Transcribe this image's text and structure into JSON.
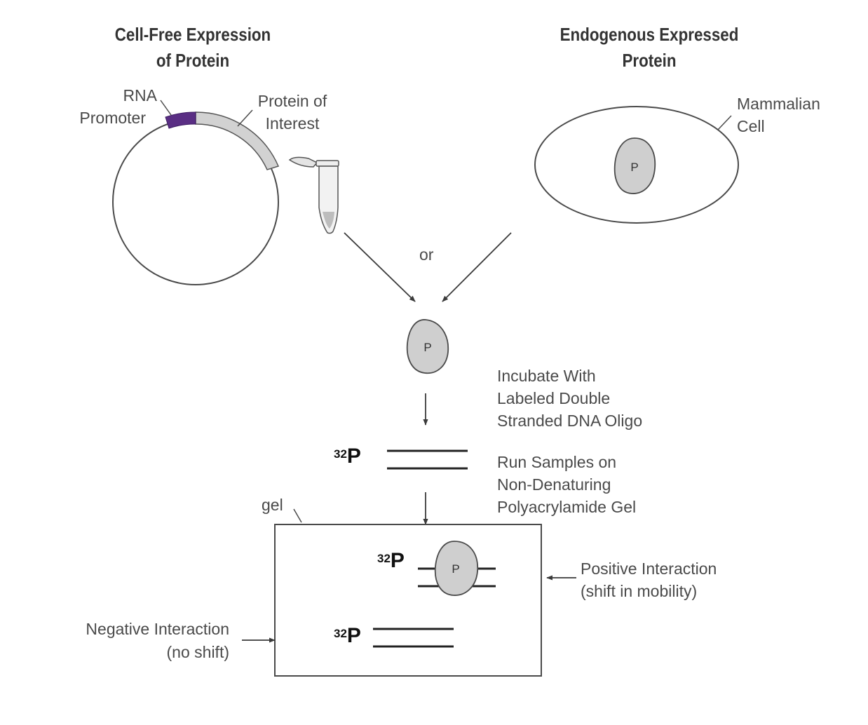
{
  "headings": {
    "cell_free_line1": "Cell-Free Expression",
    "cell_free_line2": "of Protein",
    "endogenous_line1": "Endogenous Expressed",
    "endogenous_line2": "Protein"
  },
  "labels": {
    "rna_promoter_line1": "RNA",
    "rna_promoter_line2": "Promoter",
    "protein_of_interest_line1": "Protein of",
    "protein_of_interest_line2": "Interest",
    "mammalian_cell_line1": "Mammalian",
    "mammalian_cell_line2": "Cell",
    "or": "or",
    "protein_marker": "P",
    "incubate_line1": "Incubate With",
    "incubate_line2": "Labeled Double",
    "incubate_line3": "Stranded DNA Oligo",
    "run_line1": "Run Samples on",
    "run_line2": "Non-Denaturing",
    "run_line3": "Polyacrylamide Gel",
    "gel": "gel",
    "positive_line1": "Positive Interaction",
    "positive_line2": "(shift in mobility)",
    "negative_line1": "Negative Interaction",
    "negative_line2": "(no shift)",
    "isotope_mass": "32",
    "isotope_symbol": "P"
  },
  "colors": {
    "promoter": "#5a2e84",
    "protein_fill": "#cfcfcf",
    "gene_fill": "#d2d2d2",
    "line": "#3a3a3a"
  }
}
